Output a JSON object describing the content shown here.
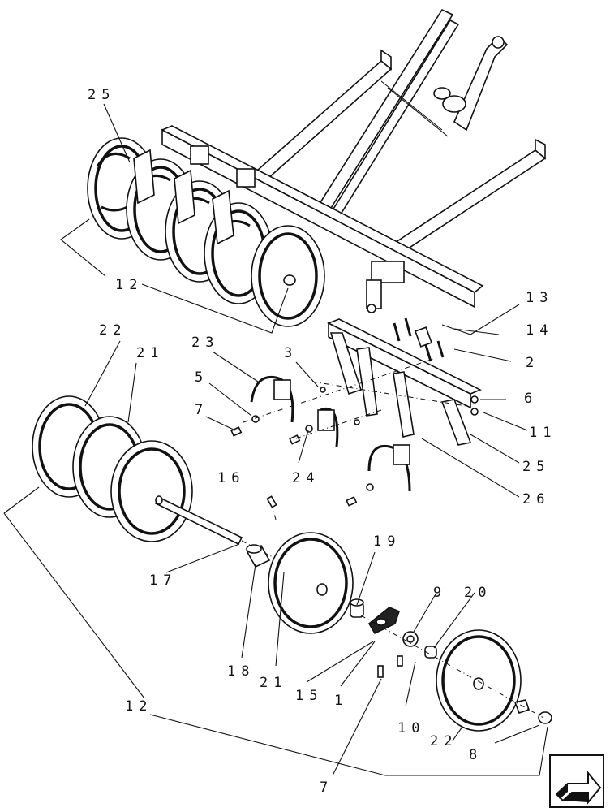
{
  "callouts": {
    "c25a": "25",
    "c12a": "12",
    "c13": "13",
    "c14": "14",
    "c2": "2",
    "c22a": "22",
    "c21a": "21",
    "c23": "23",
    "c3": "3",
    "c5": "5",
    "c7a": "7",
    "c6": "6",
    "c11": "11",
    "c25b": "25",
    "c24": "24",
    "c16": "16",
    "c26": "26",
    "c19": "19",
    "c17": "17",
    "c9": "9",
    "c20": "20",
    "c18": "18",
    "c21b": "21",
    "c15": "15",
    "c1": "1",
    "c10": "10",
    "c22b": "22",
    "c12b": "12",
    "c8": "8",
    "c7b": "7"
  },
  "icons": {
    "nav": "next-page-arrow-icon"
  }
}
